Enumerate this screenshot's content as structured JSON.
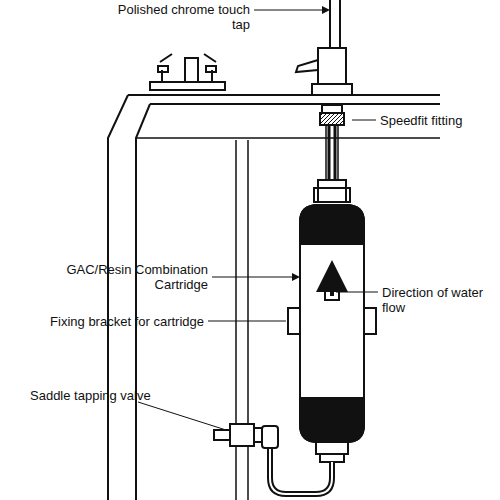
{
  "diagram": {
    "labels": [
      "Polished chrome touch tap",
      "Speedfit fitting",
      "GAC/Resin Combination Cartridge",
      "Direction of water flow",
      "Fixing bracket for cartridge",
      "Saddle tapping valve"
    ]
  }
}
